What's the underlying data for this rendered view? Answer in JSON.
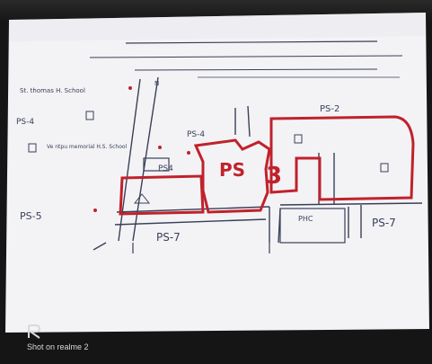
{
  "map": {
    "labels": {
      "school": "St. thomas H. School",
      "ps4_left": "PS-4",
      "ps4_center": "PS-4",
      "ps4_mid": "PS4",
      "hs_school": "Ve ntpu memorial H.S. School",
      "ps5": "PS-5",
      "ps2": "PS-2",
      "ps3": "PS",
      "ps3_num": "3",
      "phc": "PHC",
      "ps7_left": "PS-7",
      "ps7_right": "PS-7",
      "north": "N"
    }
  },
  "watermark": {
    "text": "Shot on realme 2"
  },
  "colors": {
    "ink": "#3a3f58",
    "red_ink": "#c0222b",
    "paper": "#f4f4f6"
  }
}
